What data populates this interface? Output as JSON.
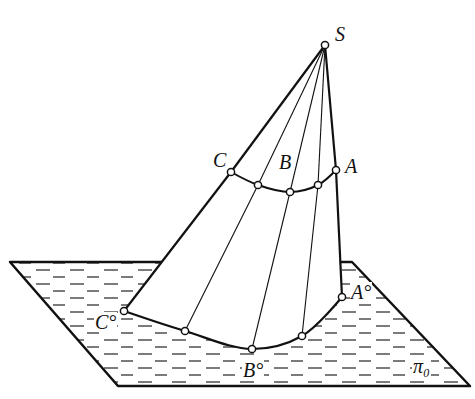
{
  "diagram": {
    "labels": [
      "S",
      "C",
      "B",
      "A",
      "C°",
      "B°",
      "A°",
      "π₀"
    ]
  }
}
